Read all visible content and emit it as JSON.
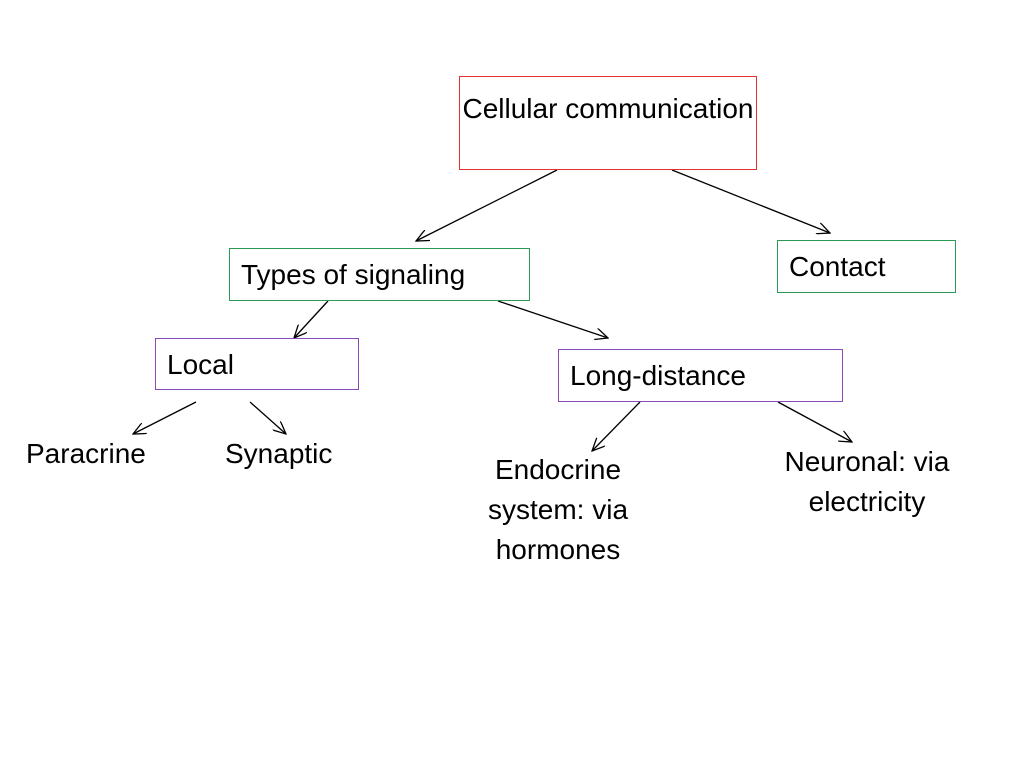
{
  "nodes": {
    "root": {
      "label": "Cellular communication"
    },
    "types_of_signaling": {
      "label": "Types of signaling"
    },
    "contact": {
      "label": "Contact"
    },
    "local": {
      "label": "Local"
    },
    "long_distance": {
      "label": "Long-distance"
    },
    "paracrine": {
      "label": "Paracrine"
    },
    "synaptic": {
      "label": "Synaptic"
    },
    "endocrine": {
      "label": "Endocrine system: via hormones"
    },
    "neuronal": {
      "label": "Neuronal: via electricity"
    }
  },
  "colors": {
    "root_border": "#e03030",
    "types_border": "#2a9a55",
    "contact_border": "#2a9a55",
    "local_border": "#8a4bb8",
    "long_distance_border": "#8a4bb8",
    "arrow": "#000000",
    "text": "#000000",
    "background": "#ffffff"
  }
}
